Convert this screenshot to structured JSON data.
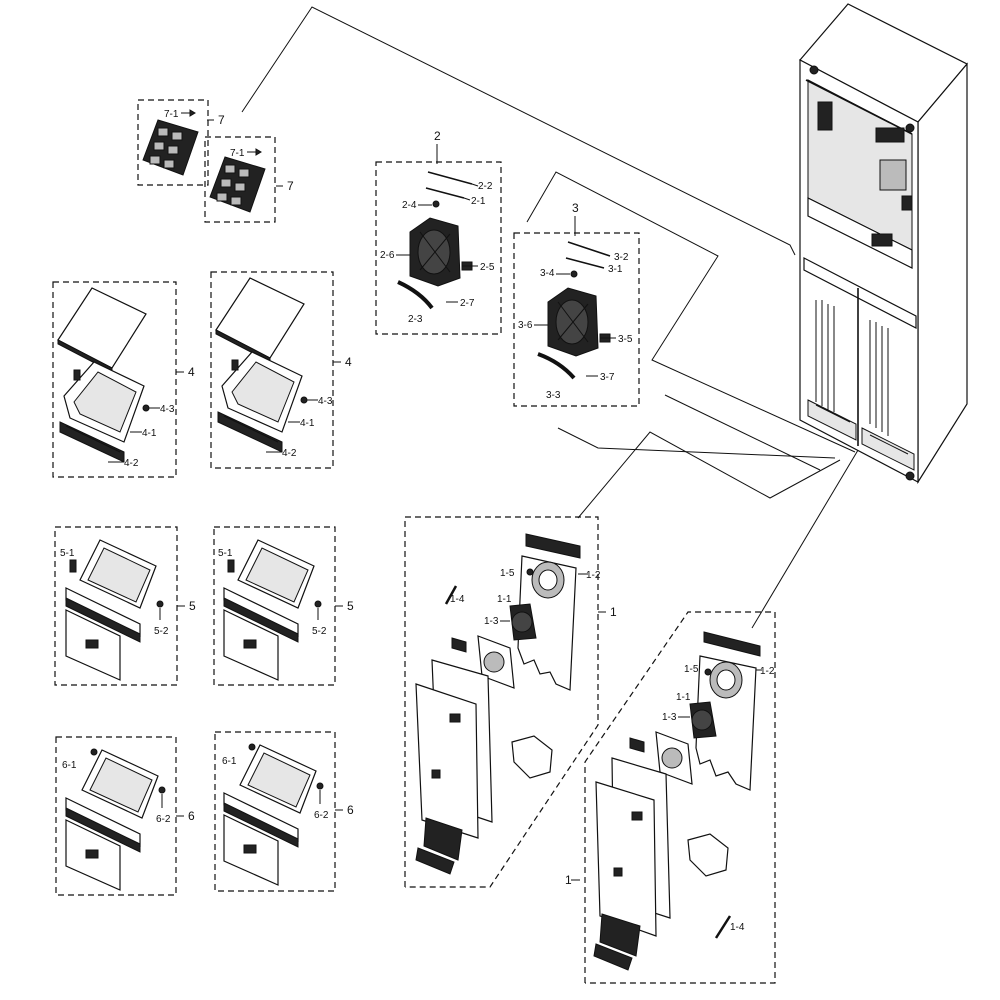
{
  "callouts": {
    "g7a": {
      "sub": "7-1",
      "grp": "7"
    },
    "g7b": {
      "sub": "7-1",
      "grp": "7"
    },
    "g2": {
      "grp": "2",
      "s22": "2-2",
      "s21": "2-1",
      "s24": "2-4",
      "s26": "2-6",
      "s25": "2-5",
      "s27": "2-7",
      "s23": "2-3"
    },
    "g3": {
      "grp": "3",
      "s32": "3-2",
      "s31": "3-1",
      "s34": "3-4",
      "s36": "3-6",
      "s35": "3-5",
      "s37": "3-7",
      "s33": "3-3"
    },
    "g4a": {
      "grp": "4",
      "s43": "4-3",
      "s41": "4-1",
      "s42": "4-2"
    },
    "g4b": {
      "grp": "4",
      "s43": "4-3",
      "s41": "4-1",
      "s42": "4-2"
    },
    "g5a": {
      "grp": "5",
      "s51": "5-1",
      "s52": "5-2"
    },
    "g5b": {
      "grp": "5",
      "s51": "5-1",
      "s52": "5-2"
    },
    "g6a": {
      "grp": "6",
      "s61": "6-1",
      "s62": "6-2"
    },
    "g6b": {
      "grp": "6",
      "s61": "6-1",
      "s62": "6-2"
    },
    "g1a": {
      "grp": "1",
      "s12": "1-2",
      "s15": "1-5",
      "s11": "1-1",
      "s13": "1-3",
      "s14": "1-4"
    },
    "g1b": {
      "grp": "1",
      "s12": "1-2",
      "s15": "1-5",
      "s11": "1-1",
      "s13": "1-3",
      "s14": "1-4"
    }
  }
}
